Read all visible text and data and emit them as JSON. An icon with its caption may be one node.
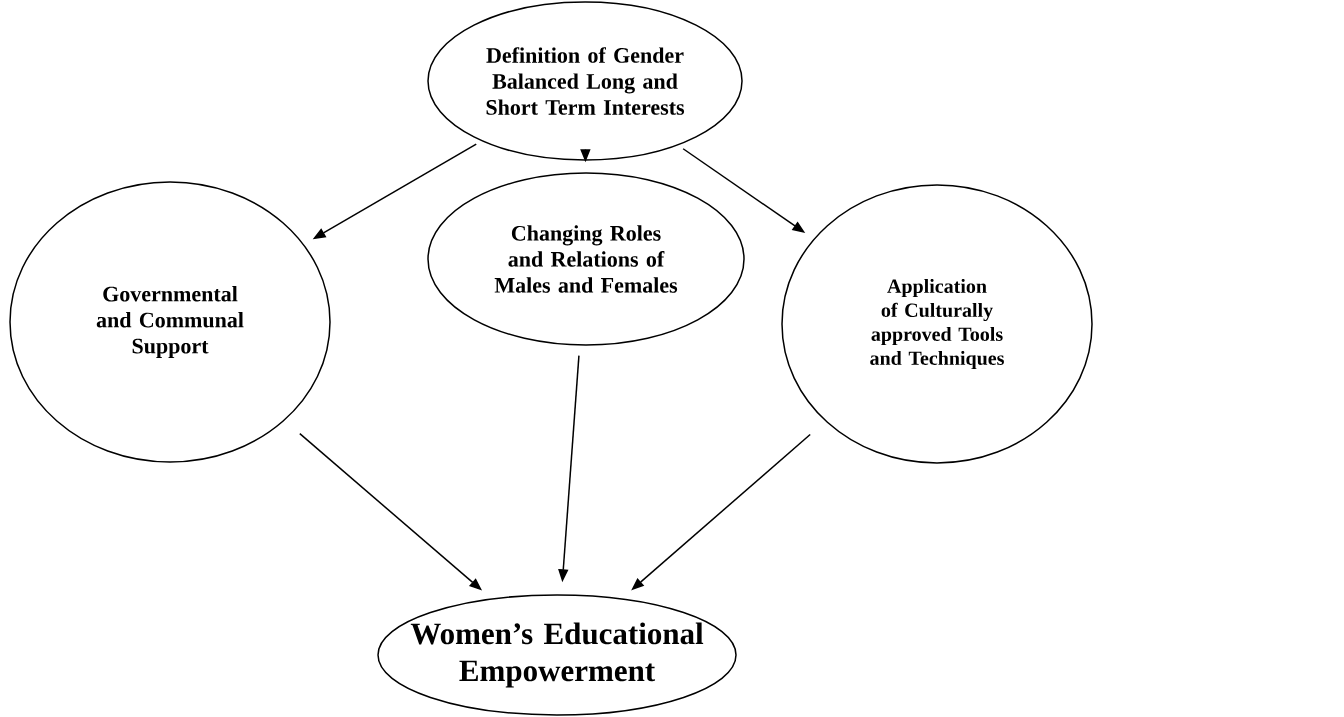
{
  "diagram": {
    "nodes": [
      {
        "text": [
          "Definition of Gender Balanced Long and Short Term Interests"
        ]
      },
      {
        "text": [
          "Governmental and Communal Support"
        ]
      },
      {
        "text": [
          "Changing Roles and Relations of Males and Females"
        ]
      },
      {
        "text": [
          "Application of Culturally approved Tools and Techniques"
        ]
      },
      {
        "text": [
          "Women’s Educational Empowerment"
        ]
      }
    ],
    "edges": [
      {
        "from": 0,
        "to": 1,
        "arrow": "to"
      },
      {
        "from": 0,
        "to": 2,
        "arrow": "to"
      },
      {
        "from": 0,
        "to": 3,
        "arrow": "to"
      },
      {
        "from": 1,
        "to": 4,
        "arrow": "to"
      },
      {
        "from": 2,
        "to": 4,
        "arrow": "to"
      },
      {
        "from": 3,
        "to": 4,
        "arrow": "to"
      }
    ]
  }
}
